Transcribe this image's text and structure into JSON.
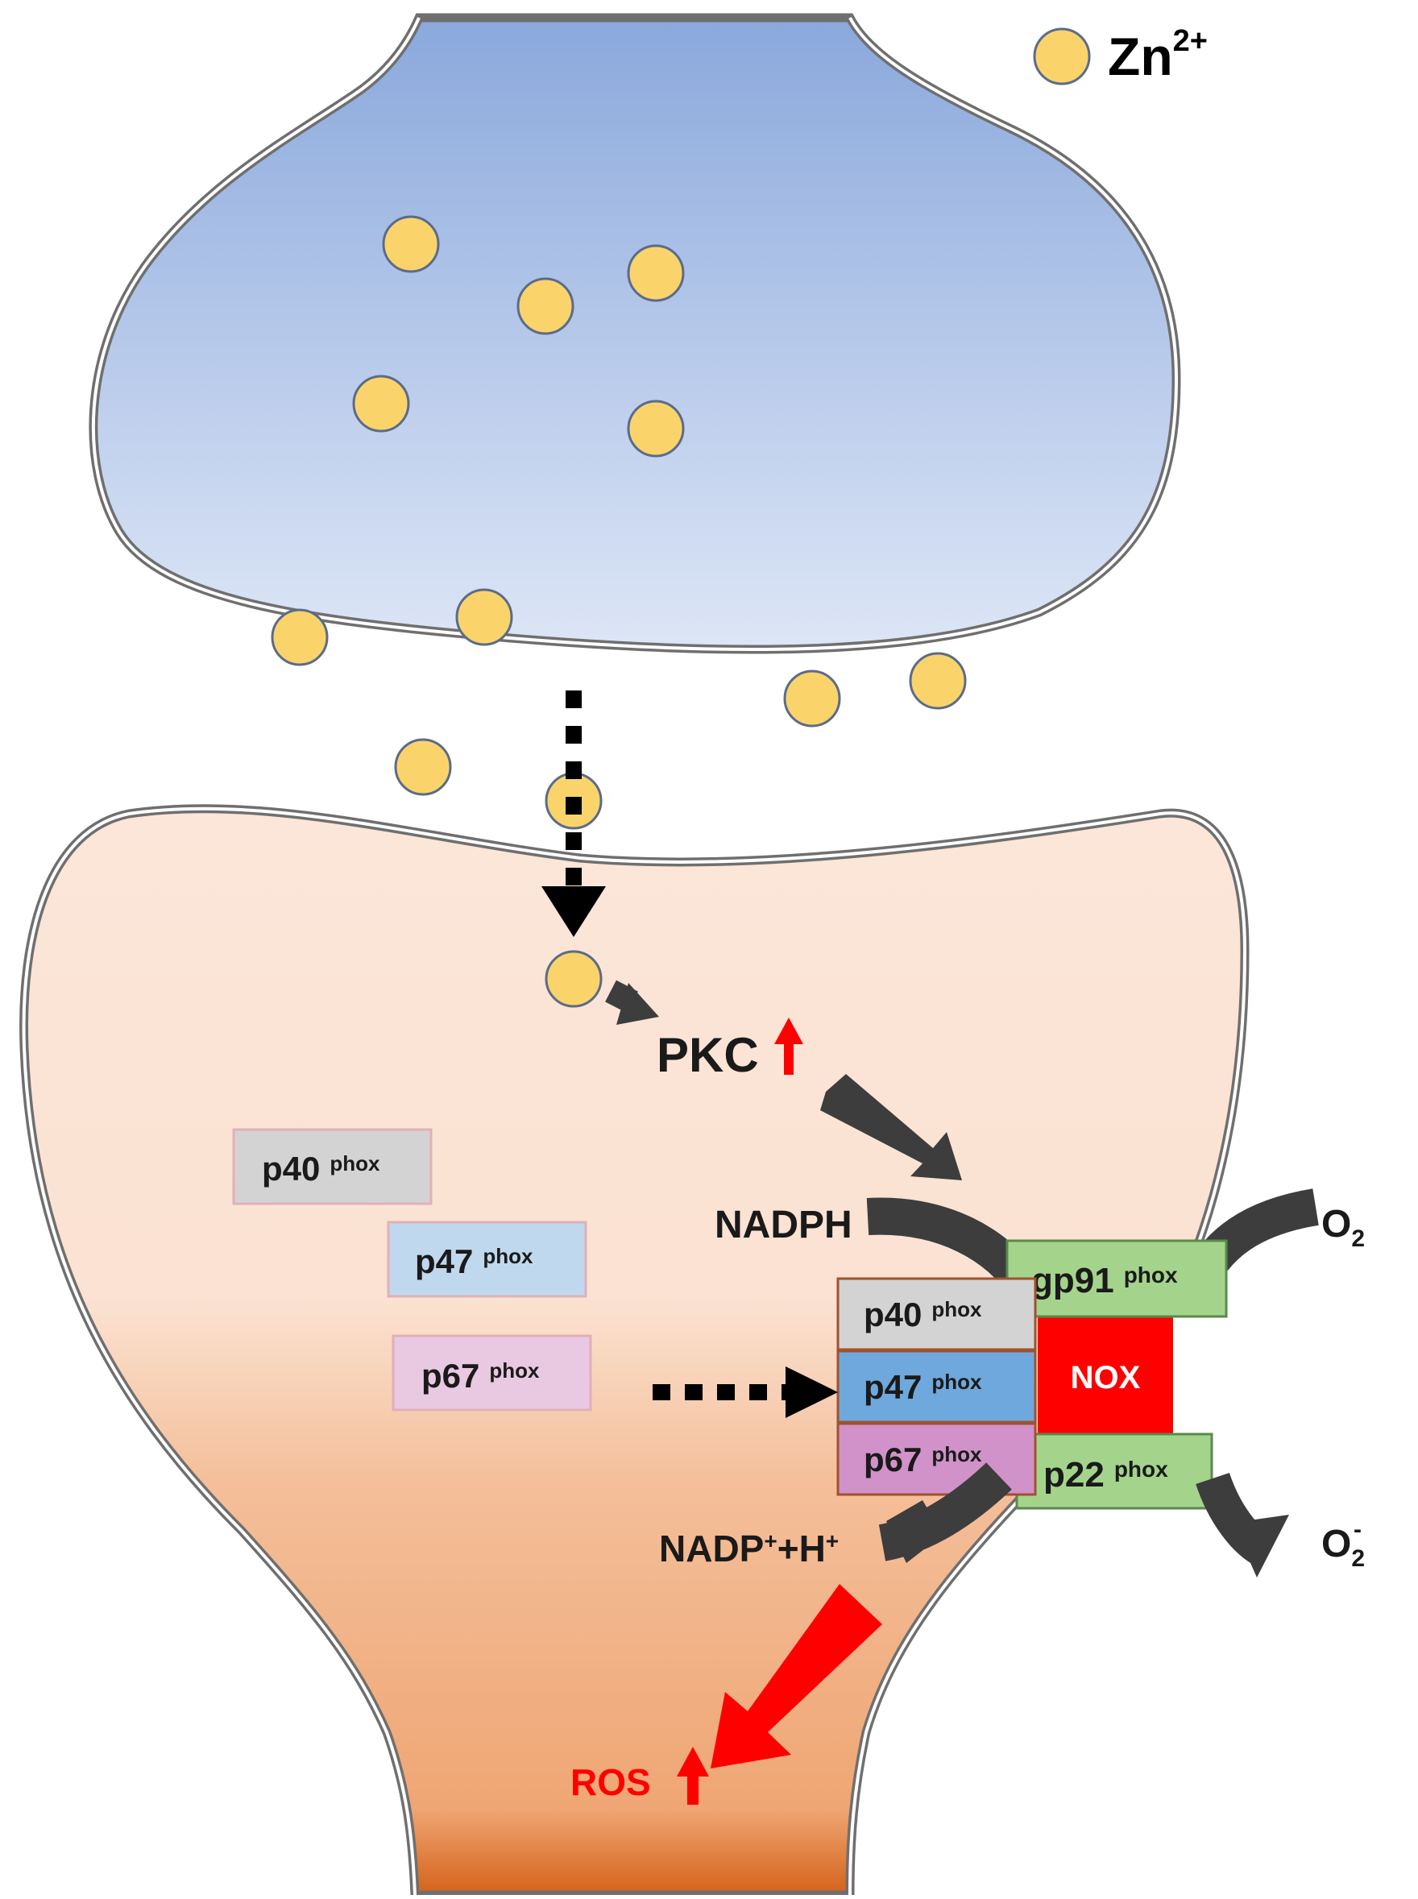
{
  "legend": {
    "ion_base": "Zn",
    "ion_charge": "2+"
  },
  "labels": {
    "pkc": "PKC",
    "nadph": "NADPH",
    "nadp_base": "NADP",
    "nadp_sup1": "+",
    "nadp_mid": "+H",
    "nadp_sup2": "+",
    "o2_base": "O",
    "o2_sub": "2",
    "superoxide_base": "O",
    "superoxide_sub": "2",
    "superoxide_sup": "-",
    "ros": "ROS",
    "nox": "NOX"
  },
  "cytosolic_subunits": [
    {
      "name": "p40",
      "suffix": "phox"
    },
    {
      "name": "p47",
      "suffix": "phox"
    },
    {
      "name": "p67",
      "suffix": "phox"
    }
  ],
  "complex_subunits": [
    {
      "name": "p40",
      "suffix": "phox"
    },
    {
      "name": "p47",
      "suffix": "phox"
    },
    {
      "name": "p67",
      "suffix": "phox"
    }
  ],
  "membrane_subunits": [
    {
      "name": "gp91",
      "suffix": "phox"
    },
    {
      "name": "p22",
      "suffix": "phox"
    }
  ],
  "colors": {
    "zinc": "#fad46a",
    "presynaptic_top": "#8aa8dc",
    "presynaptic_bottom": "#dce5f5",
    "postsynaptic_light": "#fbe4d6",
    "postsynaptic_dark": "#d9661a",
    "arrow_dark": "#3d3d3d",
    "increase_red": "#ff0000",
    "p40": "#d3d3d3",
    "p47": "#6fa8dc",
    "p67": "#d092c8",
    "membrane_subunit": "#a4d48c",
    "nox": "#ff0000"
  }
}
